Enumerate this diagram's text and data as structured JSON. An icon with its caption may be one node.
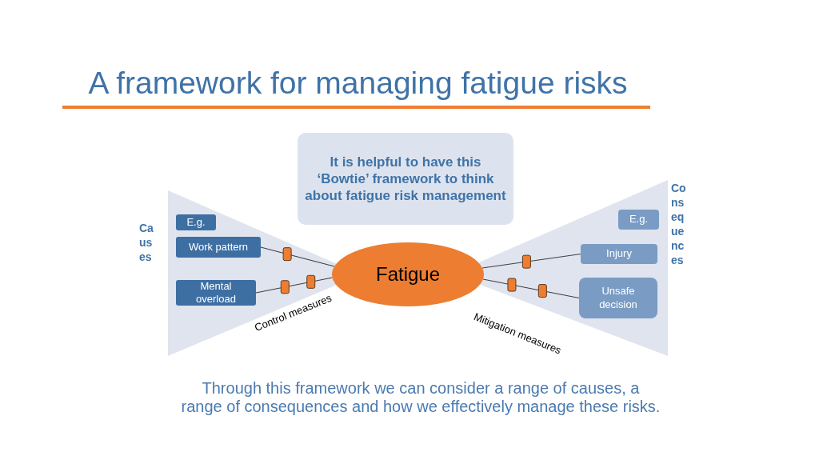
{
  "diagram": {
    "title": "A framework for managing fatigue risks",
    "caption": "Through this framework we can consider a range of causes, a range of consequences and how we effectively manage these risks.",
    "nodes": [
      {
        "text": [
          "It is helpful to have this ‘Bowtie’ framework to think about fatigue risk management"
        ]
      },
      {
        "text": [
          "E.g."
        ]
      },
      {
        "text": [
          "Work pattern"
        ]
      },
      {
        "text": [
          "Mental overload"
        ]
      },
      {
        "text": [
          "Fatigue"
        ]
      },
      {
        "text": [
          "E.g."
        ]
      },
      {
        "text": [
          "Injury"
        ]
      },
      {
        "text": [
          "Unsafe decision"
        ]
      }
    ],
    "edges": [
      {
        "from": 2,
        "to": 4,
        "arrow": "none"
      },
      {
        "from": 3,
        "to": 4,
        "arrow": "none"
      },
      {
        "from": 4,
        "to": 6,
        "arrow": "none"
      },
      {
        "from": 4,
        "to": 7,
        "arrow": "none"
      }
    ],
    "labels": [
      "Causes",
      "Consequences",
      "Control measures",
      "Mitigation measures"
    ]
  }
}
